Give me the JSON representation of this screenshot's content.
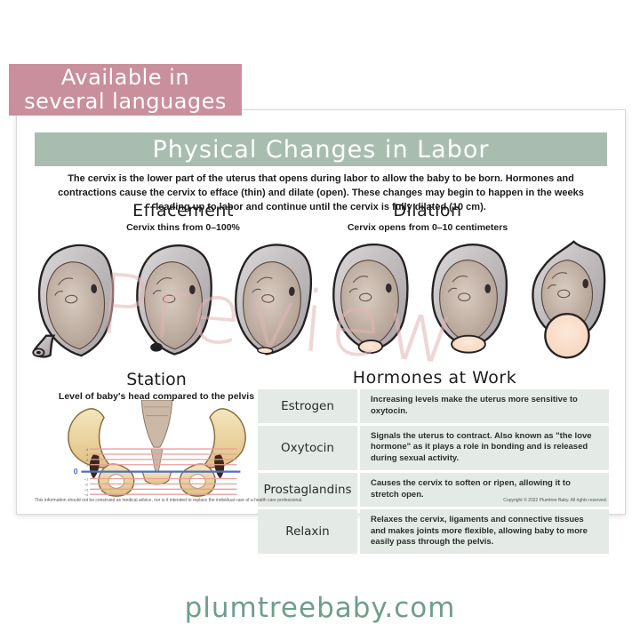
{
  "banner": {
    "text_line1": "Available in",
    "text_line2": "several languages"
  },
  "poster": {
    "title": "Physical Changes in Labor",
    "intro": "The cervix is the lower part of the uterus that opens during labor to allow the baby to be born. Hormones and contractions cause the cervix to efface (thin) and dilate (open). These changes may begin to happen in the weeks leading up to labor and continue until the cervix is fully dilated (10 cm).",
    "effacement": {
      "heading": "Effacement",
      "subtitle": "Cervix thins from 0–100%"
    },
    "dilation": {
      "heading": "Dilation",
      "subtitle": "Cervix opens from 0–10 centimeters"
    },
    "station": {
      "heading": "Station",
      "subtitle": "Level of baby's head compared to the pelvis",
      "labels": [
        "-4",
        "-3",
        "-2",
        "-1",
        "0",
        "+1",
        "+2",
        "+3",
        "+4"
      ]
    },
    "hormones": {
      "heading": "Hormones at Work",
      "rows": [
        {
          "name": "Estrogen",
          "description": "Increasing levels make the uterus more sensitive to oxytocin."
        },
        {
          "name": "Oxytocin",
          "description": "Signals the uterus to contract. Also known as \"the love hormone\" as it plays a role in bonding and is released during sexual activity."
        },
        {
          "name": "Prostaglandins",
          "description": "Causes the cervix to soften or ripen, allowing it to stretch open."
        },
        {
          "name": "Relaxin",
          "description": "Relaxes the cervix, ligaments and connective tissues and makes joints more flexible, allowing baby to more easily pass through the pelvis."
        }
      ]
    },
    "disclaimer": "This information should not be construed as medical advice, nor is it intended to replace the individual care of a health care professional.",
    "copyright": "Copyright © 2022 Plumtree Baby. All rights reserved."
  },
  "watermark": "Preview",
  "footer": {
    "website": "plumtreebaby.com"
  },
  "colors": {
    "banner_pink": "#c98f9c",
    "header_sage": "#a8bdb0",
    "table_row_green": "#e4ebe6",
    "footer_green": "#6f9e8a",
    "watermark_pink": "#e2b4b4",
    "station_line_red": "#ea9e9e",
    "station_line_blue": "#4d6fc0"
  }
}
